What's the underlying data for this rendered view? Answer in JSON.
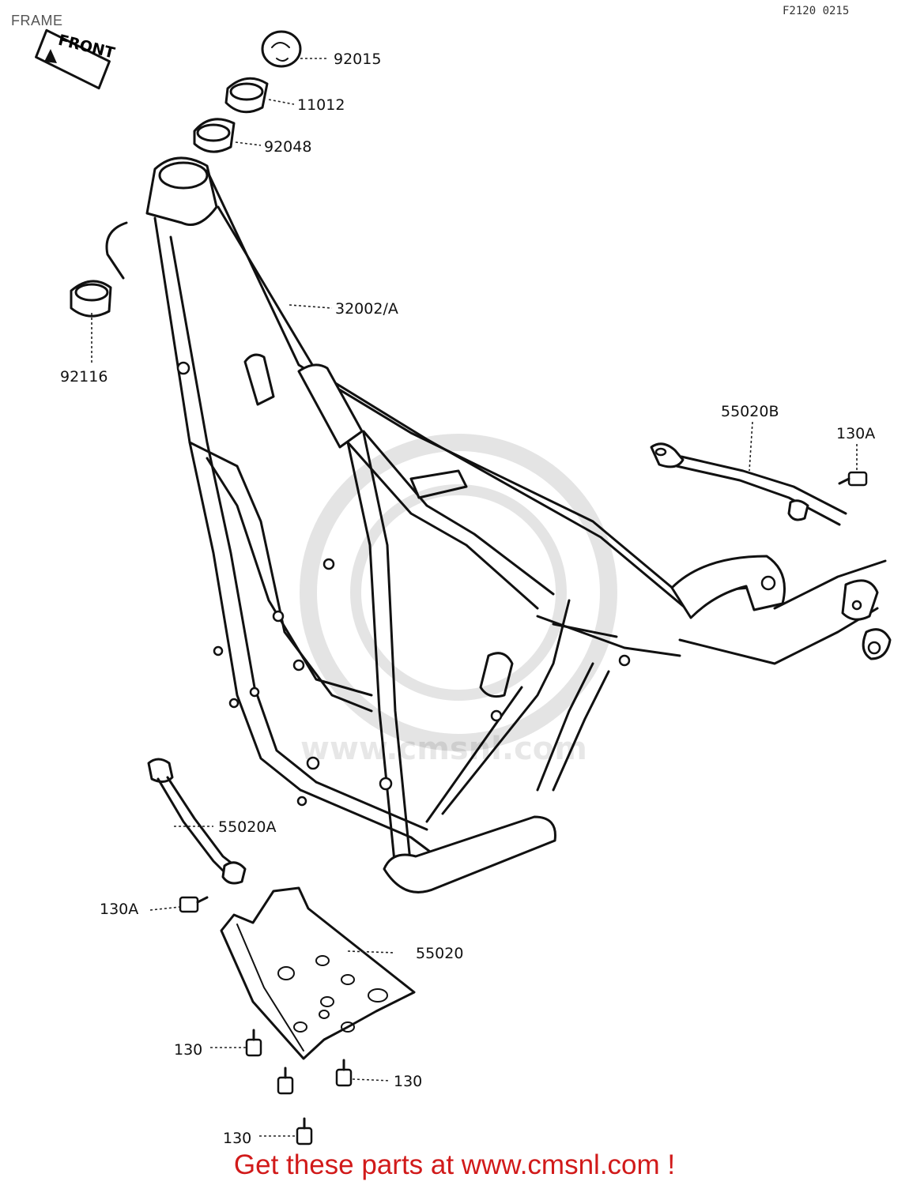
{
  "header": {
    "title": "FRAME",
    "ref_code": "F2120 0215"
  },
  "front_marker": {
    "label": "FRONT"
  },
  "callouts": [
    {
      "id": "c-92015",
      "label": "92015"
    },
    {
      "id": "c-11012",
      "label": "11012"
    },
    {
      "id": "c-92048",
      "label": "92048"
    },
    {
      "id": "c-32002A",
      "label": "32002/A"
    },
    {
      "id": "c-92116",
      "label": "92116"
    },
    {
      "id": "c-55020B",
      "label": "55020B"
    },
    {
      "id": "c-130A-right",
      "label": "130A"
    },
    {
      "id": "c-55020A",
      "label": "55020A"
    },
    {
      "id": "c-130A-left",
      "label": "130A"
    },
    {
      "id": "c-55020",
      "label": "55020"
    },
    {
      "id": "c-130-a",
      "label": "130"
    },
    {
      "id": "c-130-b",
      "label": "130"
    },
    {
      "id": "c-130-c",
      "label": "130"
    }
  ],
  "watermark": {
    "text": "www.cmsnl.com"
  },
  "footer": {
    "text": "Get these parts at www.cmsnl.com !",
    "color": "#d11a1a"
  }
}
